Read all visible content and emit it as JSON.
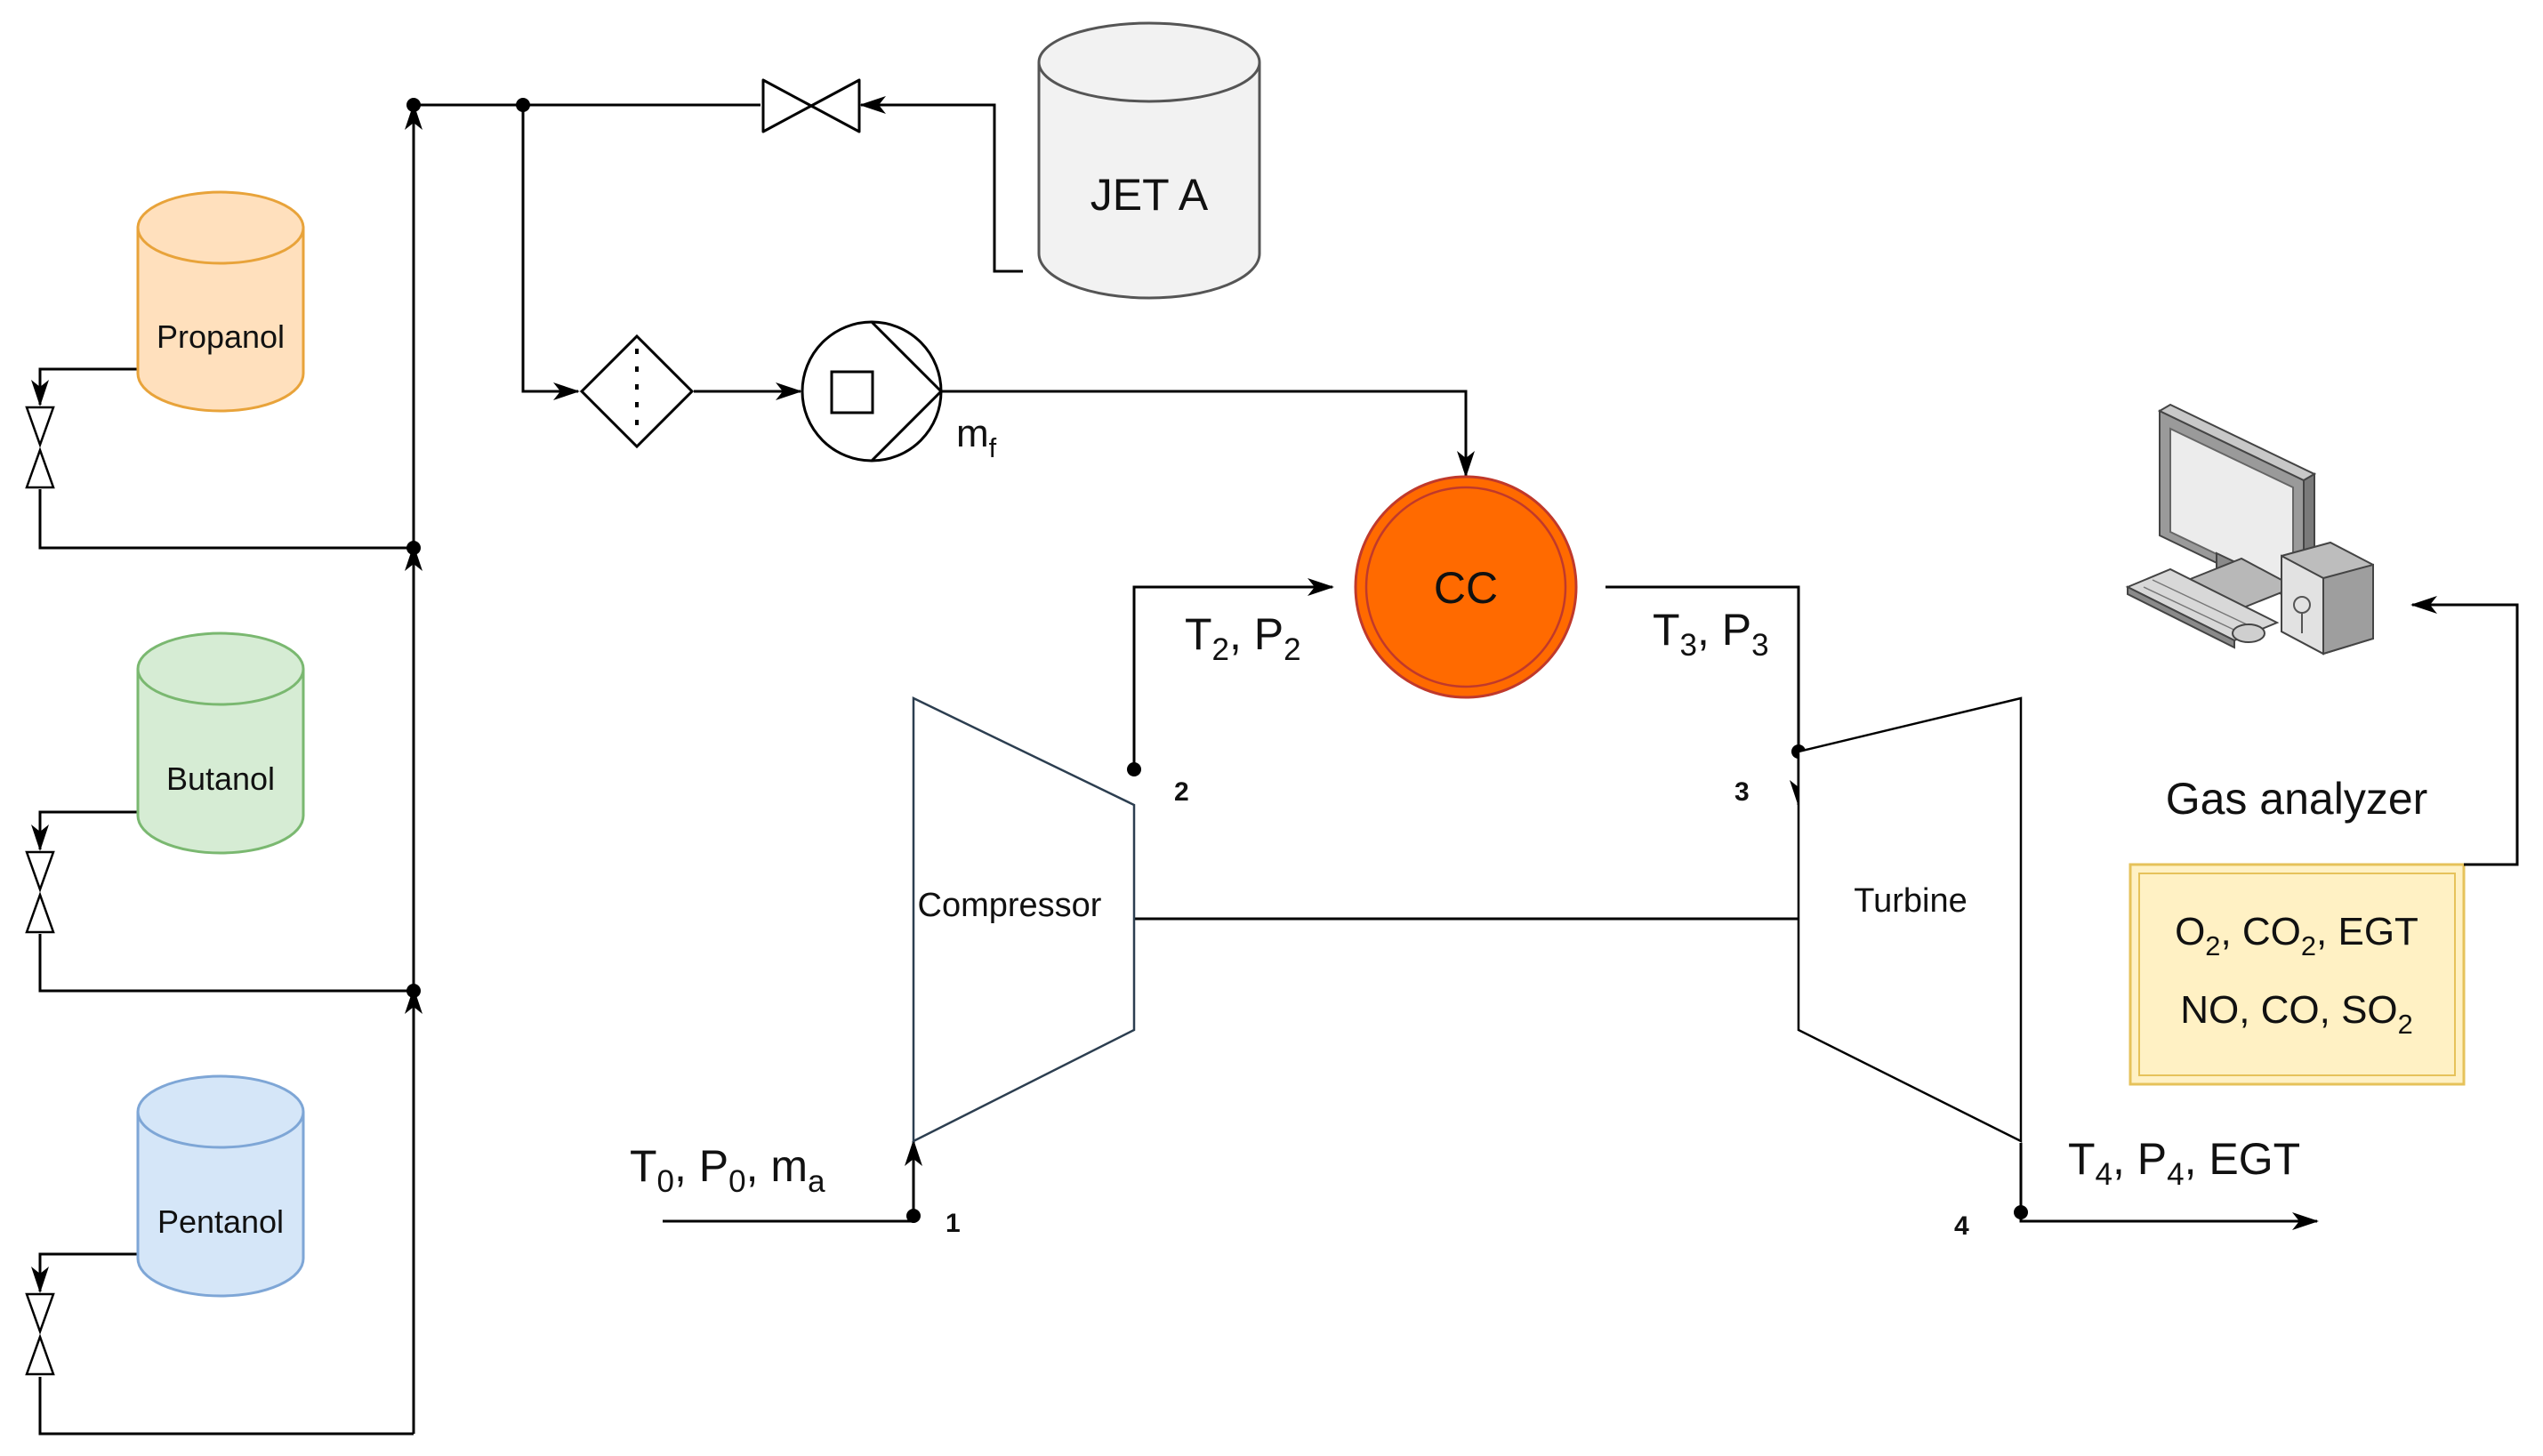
{
  "tanks": {
    "jet_a": {
      "label": "JET A",
      "fill": "#f2f2f2",
      "stroke": "#555555"
    },
    "propanol": {
      "label": "Propanol",
      "fill": "#ffe0bd",
      "stroke": "#e8a33a"
    },
    "butanol": {
      "label": "Butanol",
      "fill": "#d6ecd4",
      "stroke": "#7ab870"
    },
    "pentanol": {
      "label": "Pentanol",
      "fill": "#d5e6f8",
      "stroke": "#7ea6d6"
    }
  },
  "combustor": {
    "label": "CC",
    "fill": "#ff6a00",
    "stroke": "#c0392b"
  },
  "compressor": {
    "label": "Compressor",
    "stroke": "#2c3e50"
  },
  "turbine": {
    "label": "Turbine",
    "stroke": "#000000"
  },
  "gas_analyzer": {
    "title": "Gas analyzer",
    "fill": "#fff1c4",
    "stroke": "#e6c25a",
    "line1": {
      "a": "O",
      "a_sub": "2",
      "b": ", CO",
      "b_sub": "2",
      "c": ", EGT"
    },
    "line2": {
      "a": "NO, CO, SO",
      "a_sub": "2"
    }
  },
  "fuel_flow": {
    "main": "m",
    "sub": "f"
  },
  "stations": {
    "inlet": {
      "t": "T",
      "t_sub": "0",
      "p": ", P",
      "p_sub": "0",
      "m": ", m",
      "m_sub": "a"
    },
    "s2": {
      "t": "T",
      "t_sub": "2",
      "p": ", P",
      "p_sub": "2"
    },
    "s3": {
      "t": "T",
      "t_sub": "3",
      "p": ", P",
      "p_sub": "3"
    },
    "s4": {
      "t": "T",
      "t_sub": "4",
      "p": ", P",
      "p_sub": "4",
      "rest": ", EGT"
    }
  },
  "points": {
    "p1": "1",
    "p2": "2",
    "p3": "3",
    "p4": "4"
  },
  "icons": {
    "valve": "valve-icon",
    "filter": "filter-icon",
    "pump": "pump-icon",
    "computer": "computer-icon"
  }
}
